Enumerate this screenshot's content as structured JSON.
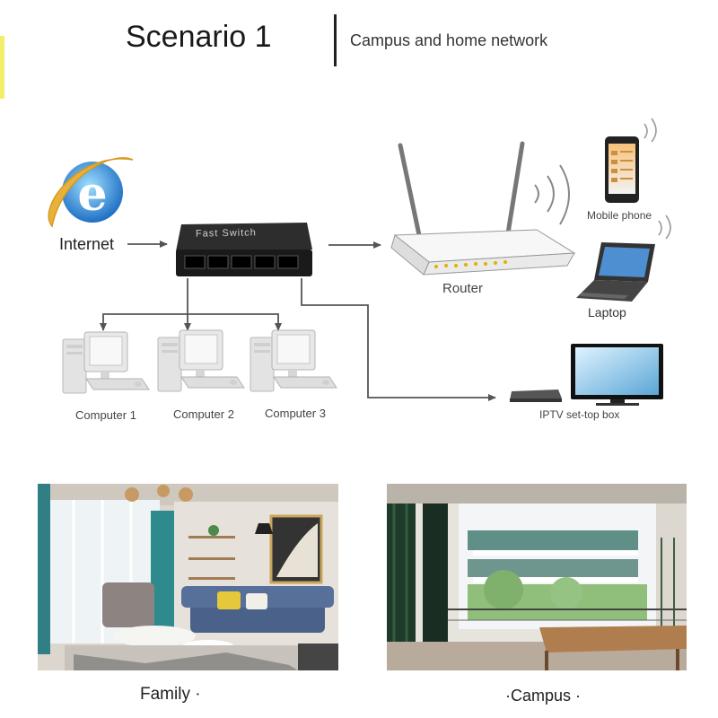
{
  "header": {
    "title": "Scenario 1",
    "subtitle": "Campus and home network"
  },
  "diagram": {
    "internet_label": "Internet",
    "switch_label": "Fast Switch",
    "router_label": "Router",
    "mobile_label": "Mobile phone",
    "laptop_label": "Laptop",
    "iptv_label": "IPTV set-top box",
    "computers": [
      "Computer 1",
      "Computer 2",
      "Computer 3"
    ]
  },
  "photos": {
    "family_caption": "Family ·",
    "campus_caption": "·Campus ·"
  }
}
